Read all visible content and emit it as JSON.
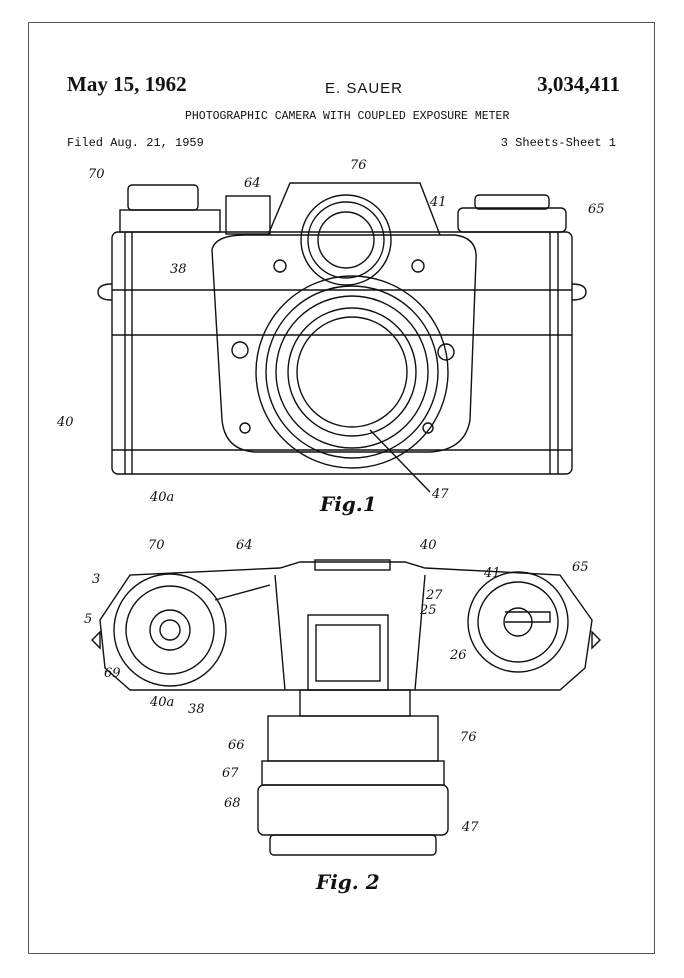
{
  "header": {
    "date": "May 15, 1962",
    "inventor": "E. SAUER",
    "patent_number": "3,034,411",
    "title": "PHOTOGRAPHIC CAMERA WITH COUPLED EXPOSURE METER",
    "filed": "Filed Aug. 21, 1959",
    "sheets": "3 Sheets-Sheet 1"
  },
  "figures": {
    "fig1": {
      "caption": "Fig.1",
      "labels": [
        "70",
        "64",
        "76",
        "41",
        "65",
        "38",
        "40",
        "40a",
        "47"
      ]
    },
    "fig2": {
      "caption": "Fig. 2",
      "labels": [
        "70",
        "64",
        "40",
        "41",
        "65",
        "3",
        "5",
        "69",
        "40a",
        "38",
        "27",
        "25",
        "26",
        "66",
        "76",
        "67",
        "68",
        "47"
      ]
    }
  }
}
